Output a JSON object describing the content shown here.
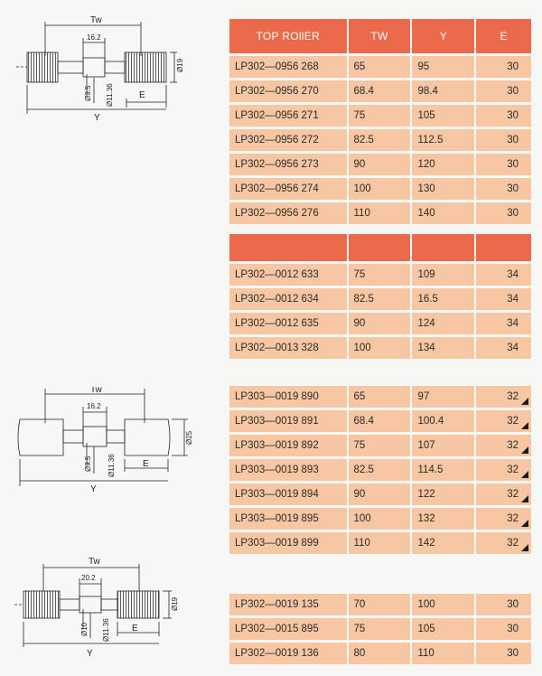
{
  "diagrams": [
    {
      "tw": "Tw",
      "center": "16.2",
      "dia_end": "Ø19",
      "dia_small": "Ø9.5",
      "dia_mid": "Ø11.36",
      "e": "E",
      "y": "Y"
    },
    {
      "tw": "Tw",
      "center": "16.2",
      "dia_end": "Ø25",
      "dia_small": "Ø9.5",
      "dia_mid": "Ø11.36",
      "e": "E",
      "y": "Y"
    },
    {
      "tw": "Tw",
      "center": "20.2",
      "dia_end": "Ø19",
      "dia_small": "Ø10",
      "dia_mid": "Ø11.36",
      "e": "E",
      "y": "Y"
    }
  ],
  "tables": [
    {
      "headers": [
        "TOP ROllER",
        "TW",
        "Y",
        "E"
      ],
      "rows": [
        [
          "LP302—0956 268",
          "65",
          "95",
          "30"
        ],
        [
          "LP302—0956 270",
          "68.4",
          "98.4",
          "30"
        ],
        [
          "LP302—0956 271",
          "75",
          "105",
          "30"
        ],
        [
          "LP302—0956 272",
          "82.5",
          "112.5",
          "30"
        ],
        [
          "LP302—0956 273",
          "90",
          "120",
          "30"
        ],
        [
          "LP302—0956 274",
          "100",
          "130",
          "30"
        ],
        [
          "LP302—0956 276",
          "110",
          "140",
          "30"
        ]
      ]
    },
    {
      "headers": [
        "",
        "",
        "",
        ""
      ],
      "rows": [
        [
          "LP302—0012 633",
          "75",
          "109",
          "34"
        ],
        [
          "LP302—0012 634",
          "82.5",
          "16.5",
          "34"
        ],
        [
          "LP302—0012 635",
          "90",
          "124",
          "34"
        ],
        [
          "LP302—0013 328",
          "100",
          "134",
          "34"
        ]
      ]
    },
    {
      "rows": [
        [
          "LP303—0019 890",
          "65",
          "97",
          "32"
        ],
        [
          "LP303—0019 891",
          "68.4",
          "100.4",
          "32"
        ],
        [
          "LP303—0019 892",
          "75",
          "107",
          "32"
        ],
        [
          "LP303—0019 893",
          "82.5",
          "114.5",
          "32"
        ],
        [
          "LP303—0019 894",
          "90",
          "122",
          "32"
        ],
        [
          "LP303—0019 895",
          "100",
          "132",
          "32"
        ],
        [
          "LP303—0019 899",
          "110",
          "142",
          "32"
        ]
      ]
    },
    {
      "rows": [
        [
          "LP302—0019 135",
          "70",
          "100",
          "30"
        ],
        [
          "LP302—0015 895",
          "75",
          "105",
          "30"
        ],
        [
          "LP302—0019 136",
          "80",
          "110",
          "30"
        ]
      ]
    }
  ]
}
